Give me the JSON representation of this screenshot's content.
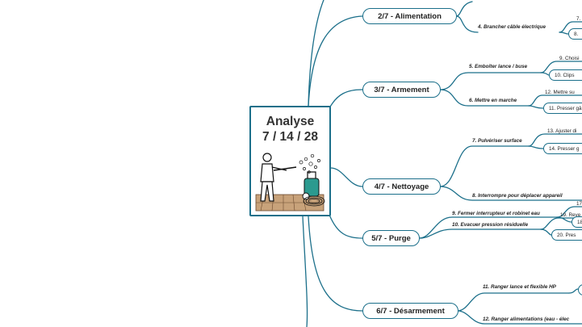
{
  "central": {
    "line1": "Analyse",
    "line2": "7 / 14 / 28"
  },
  "phases": [
    {
      "label": "2/7 - Alimentation"
    },
    {
      "label": "3/7 - Armement"
    },
    {
      "label": "4/7 - Nettoyage"
    },
    {
      "label": "5/7 - Purge"
    },
    {
      "label": "6/7 - Désarmement"
    }
  ],
  "steps": [
    "4. Brancher câble électrique",
    "5. Emboîter lance / buse",
    "6. Mettre en marche",
    "7. Pulvériser surface",
    "8. Interrompre pour déplacer appareil",
    "9. Fermer interrupteur et robinet eau",
    "10. Evacuer pression résiduelle",
    "11. Ranger lance et flexible HP",
    "12. Ranger alimentations (eau - élec"
  ],
  "leaves": [
    "7.",
    "8.",
    "9. Choisi",
    "10. Clips",
    "12. Mettre su",
    "11. Presser gâ",
    "13. Ajuster di",
    "14. Presser g",
    "17",
    "18",
    "19. Reve",
    "20. Pres"
  ],
  "colors": {
    "branch": "#1b6f8a",
    "text": "#222222"
  }
}
